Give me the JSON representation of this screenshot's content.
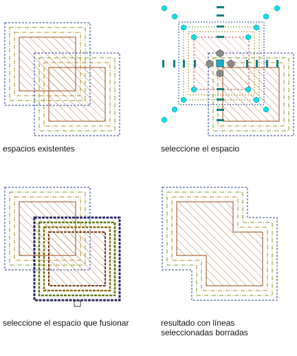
{
  "colors": {
    "blue_outline": "#1f3f8f",
    "green_outline": "#7a9a1a",
    "olive_outline": "#b08a1a",
    "brown_boundary": "#9a4a10",
    "hatch": "#b0643a",
    "hatch_selected": "#d08a8a",
    "grip_cyan": "#00e5ee",
    "grip_gray": "#8a8a8a",
    "grip_selected": "#1ab0c8",
    "grip_teal": "#0b7f7f",
    "chain": "#2a2a60"
  },
  "panels": [
    {
      "caption": "espacios existentes"
    },
    {
      "caption": "seleccione el espacio"
    },
    {
      "caption": "seleccione el espacio que fusionar"
    },
    {
      "caption_line1": "resultado con líneas",
      "caption_line2": "seleccionadas borradas"
    }
  ]
}
